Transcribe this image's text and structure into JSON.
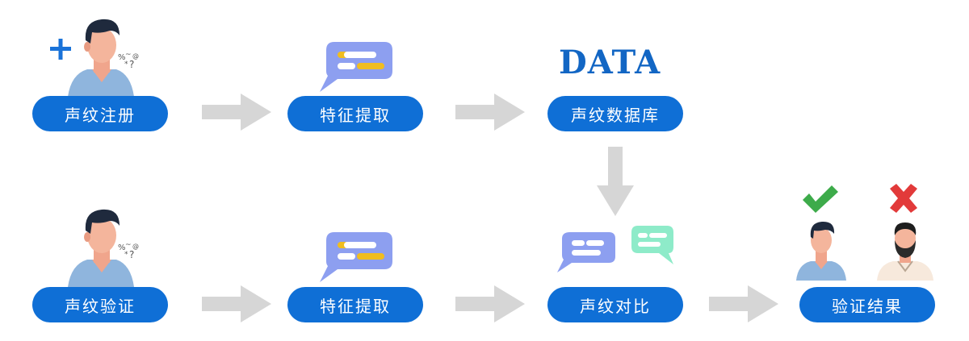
{
  "colors": {
    "pill": "#0f6fd6",
    "arrow": "#d6d6d6",
    "data_word": "#1266c4",
    "check": "#3dab4a",
    "cross": "#e23a3a",
    "plus": "#1a73d9"
  },
  "row1": {
    "step1": "声纹注册",
    "step2": "特征提取",
    "step3": "声纹数据库",
    "data_word": "DATA"
  },
  "row2": {
    "step1": "声纹验证",
    "step2": "特征提取",
    "step3": "声纹对比",
    "step4": "验证结果"
  },
  "icons": [
    "user-plus-icon",
    "speech-bubble-icon",
    "user-icon",
    "chat-bubbles-icon",
    "check-icon",
    "cross-icon",
    "bearded-user-icon",
    "arrow-right-icon",
    "arrow-down-icon"
  ]
}
